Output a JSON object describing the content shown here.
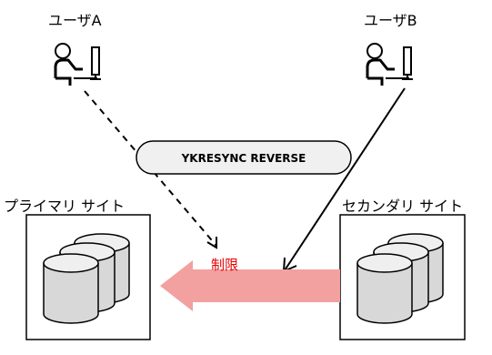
{
  "users": {
    "a_label": "ユーザA",
    "b_label": "ユーザB"
  },
  "command": {
    "label": "YKRESYNC REVERSE"
  },
  "sites": {
    "primary_label": "プライマリ サイト",
    "secondary_label": "セカンダリ サイト"
  },
  "restriction": {
    "label": "制限"
  },
  "colors": {
    "copy_arrow": "#f2a0a0",
    "restriction_text": "#e60000",
    "pill_fill": "#f0f0f0"
  },
  "icons": {
    "user": "user-at-computer-icon",
    "storage": "disk-stack-icon"
  }
}
